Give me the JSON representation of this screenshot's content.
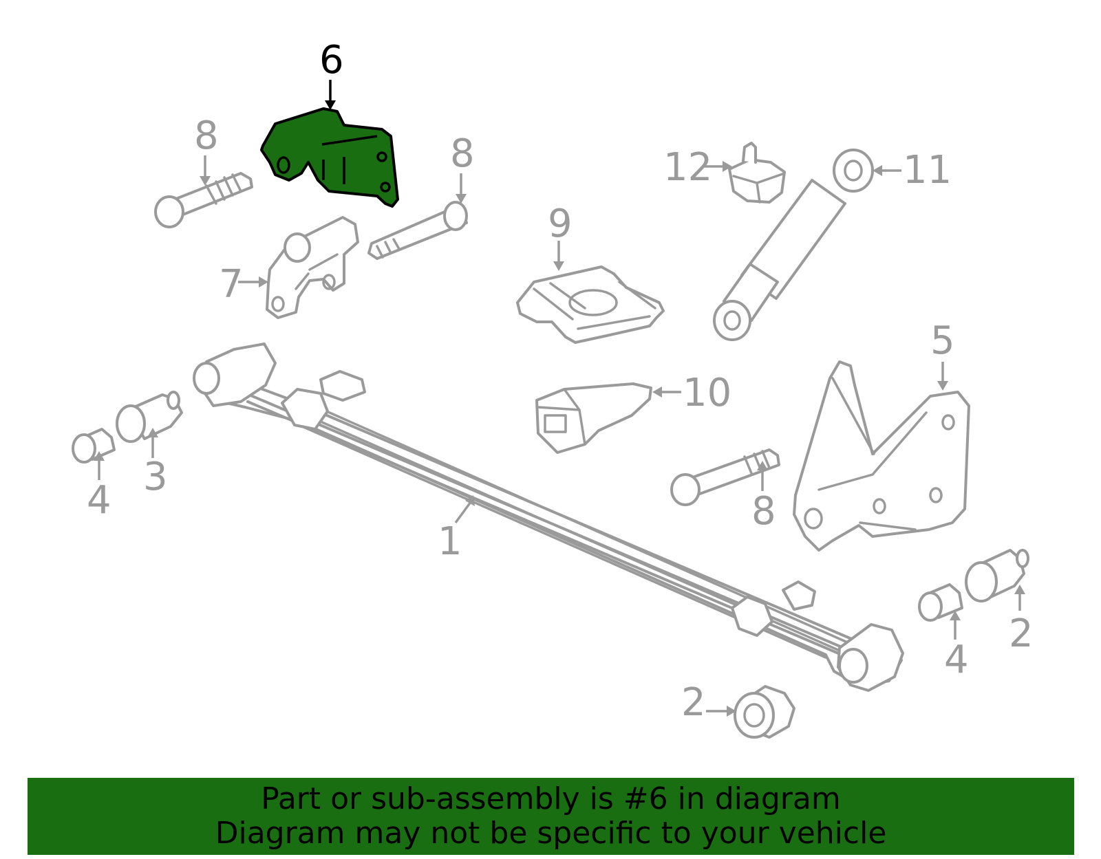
{
  "diagram": {
    "highlighted_part": "6",
    "callouts": {
      "c6": "6",
      "c8a": "8",
      "c8b": "8",
      "c8c": "8",
      "c7": "7",
      "c9": "9",
      "c12": "12",
      "c11": "11",
      "c5": "5",
      "c10": "10",
      "c1": "1",
      "c3": "3",
      "c4a": "4",
      "c4b": "4",
      "c2a": "2",
      "c2b": "2"
    },
    "colors": {
      "highlight": "#1a6e12",
      "line": "#9a9a9a",
      "active_callout": "#000000"
    }
  },
  "banner": {
    "line1": "Part or sub-assembly is #6 in diagram",
    "line2": "Diagram may not be specific to your vehicle"
  }
}
